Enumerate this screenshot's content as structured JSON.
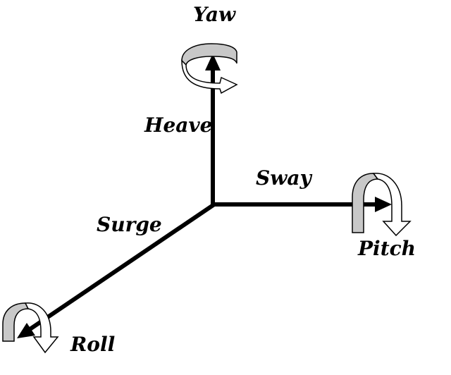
{
  "labels": {
    "yaw": "Yaw",
    "heave": "Heave",
    "sway": "Sway",
    "pitch": "Pitch",
    "surge": "Surge",
    "roll": "Roll"
  },
  "icons": {
    "axis_arrow": "straight-arrow-icon",
    "rotation": "curved-rotation-arrow-icon"
  },
  "colors": {
    "line": "#000000",
    "ribbon_fill": "#c8c8c8",
    "arrow_head_fill": "#ffffff"
  }
}
